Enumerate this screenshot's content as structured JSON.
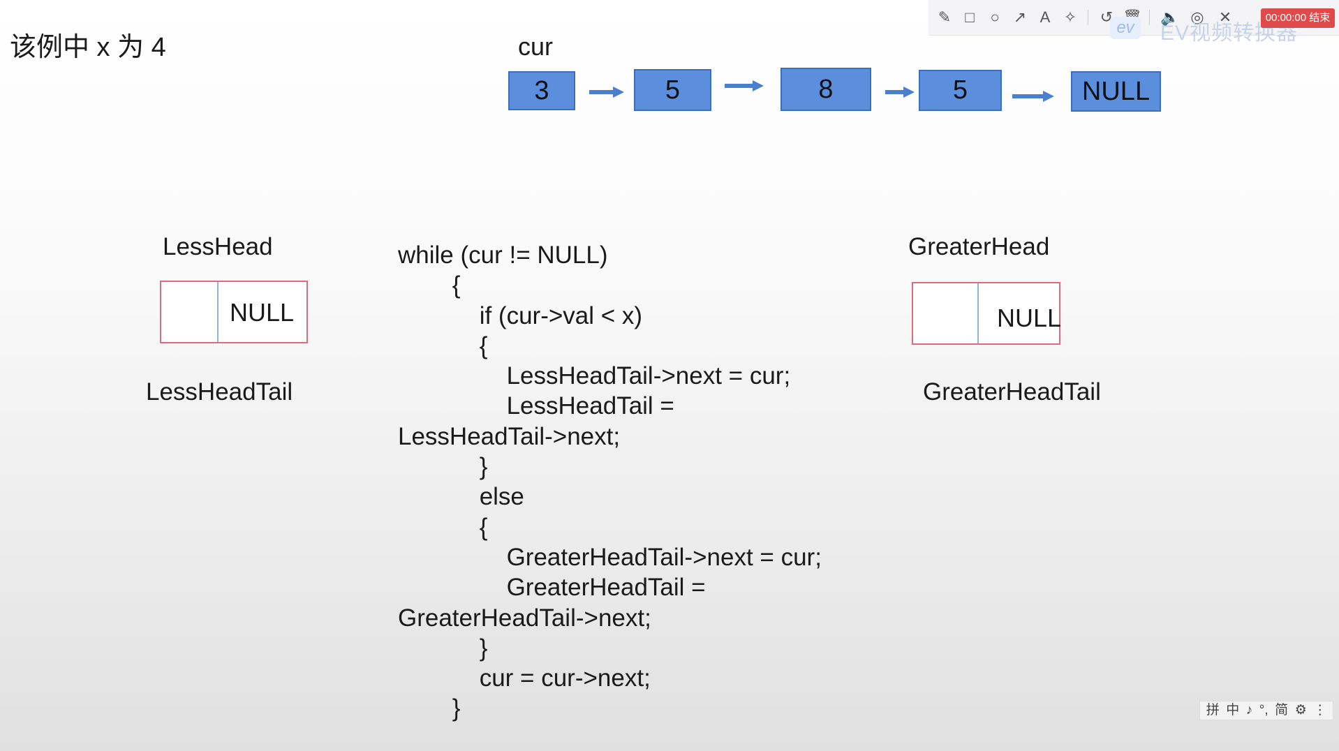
{
  "title": "该例中 x 为 4",
  "pointer_label": "cur",
  "linked_list": {
    "nodes": [
      "3",
      "5",
      "8",
      "5",
      "NULL"
    ],
    "arrow_color": "#4a7fd0",
    "node_color": "#5b8fde"
  },
  "less_list": {
    "head_label": "LessHead",
    "tail_label": "LessHeadTail",
    "value": "NULL"
  },
  "greater_list": {
    "head_label": "GreaterHead",
    "tail_label": "GreaterHeadTail",
    "value": "NULL"
  },
  "code_lines": [
    "while (cur != NULL)",
    "        {",
    "            if (cur->val < x)",
    "            {",
    "                LessHeadTail->next = cur;",
    "                LessHeadTail =",
    "LessHeadTail->next;",
    "            }",
    "            else",
    "            {",
    "                GreaterHeadTail->next = cur;",
    "                GreaterHeadTail =",
    "GreaterHeadTail->next;",
    "            }",
    "            cur = cur->next;",
    "        }"
  ],
  "toolbar": {
    "icons": [
      "pencil-icon",
      "rectangle-icon",
      "circle-icon",
      "arrow-icon",
      "text-icon",
      "magic-wand-icon",
      "undo-icon",
      "trash-icon",
      "speaker-icon",
      "camera-icon",
      "close-icon"
    ],
    "record_time": "00:00:00 结束",
    "watermark": "EV视频转换器",
    "logo": "ev"
  },
  "ime_bar": {
    "items": [
      "拼",
      "中",
      "♪",
      "°,",
      "简",
      "⚙",
      "⋮"
    ]
  }
}
